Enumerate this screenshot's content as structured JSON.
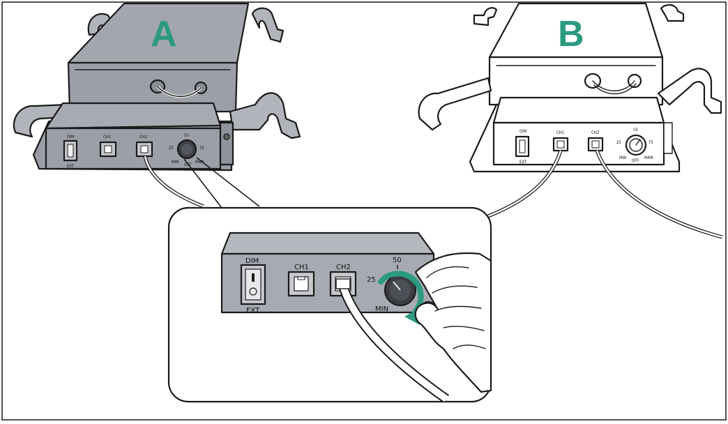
{
  "labels": {
    "panel_a": "A",
    "panel_b": "B"
  },
  "colors": {
    "accent": "#2b9a80",
    "device_gray": "#a7aab3",
    "device_gray_dark": "#8f939c",
    "outline": "#1a1a1a"
  },
  "panel_a": {
    "switch_top": "DIM",
    "switch_bottom": "EXT",
    "port1": "CH1",
    "port2": "CH2",
    "knob_50": "50",
    "knob_25": "25",
    "knob_75": "75",
    "knob_min": "MIN",
    "knob_off": "OFF",
    "knob_man": "MAN"
  },
  "panel_b": {
    "switch_top": "DIM",
    "switch_bottom": "EXT",
    "port1": "CH1",
    "port2": "CH2",
    "knob_50": "50",
    "knob_25": "25",
    "knob_75": "75",
    "knob_min": "MIN",
    "knob_off": "OFF",
    "knob_man": "MAN"
  },
  "zoom": {
    "switch_top": "DIM",
    "switch_bottom": "EXT",
    "port1": "CH1",
    "port2": "CH2",
    "knob_50": "50",
    "knob_25": "25",
    "knob_min": "MIN"
  },
  "icons": {
    "rotate": "rotate-arrow-icon",
    "hand": "hand-icon"
  }
}
